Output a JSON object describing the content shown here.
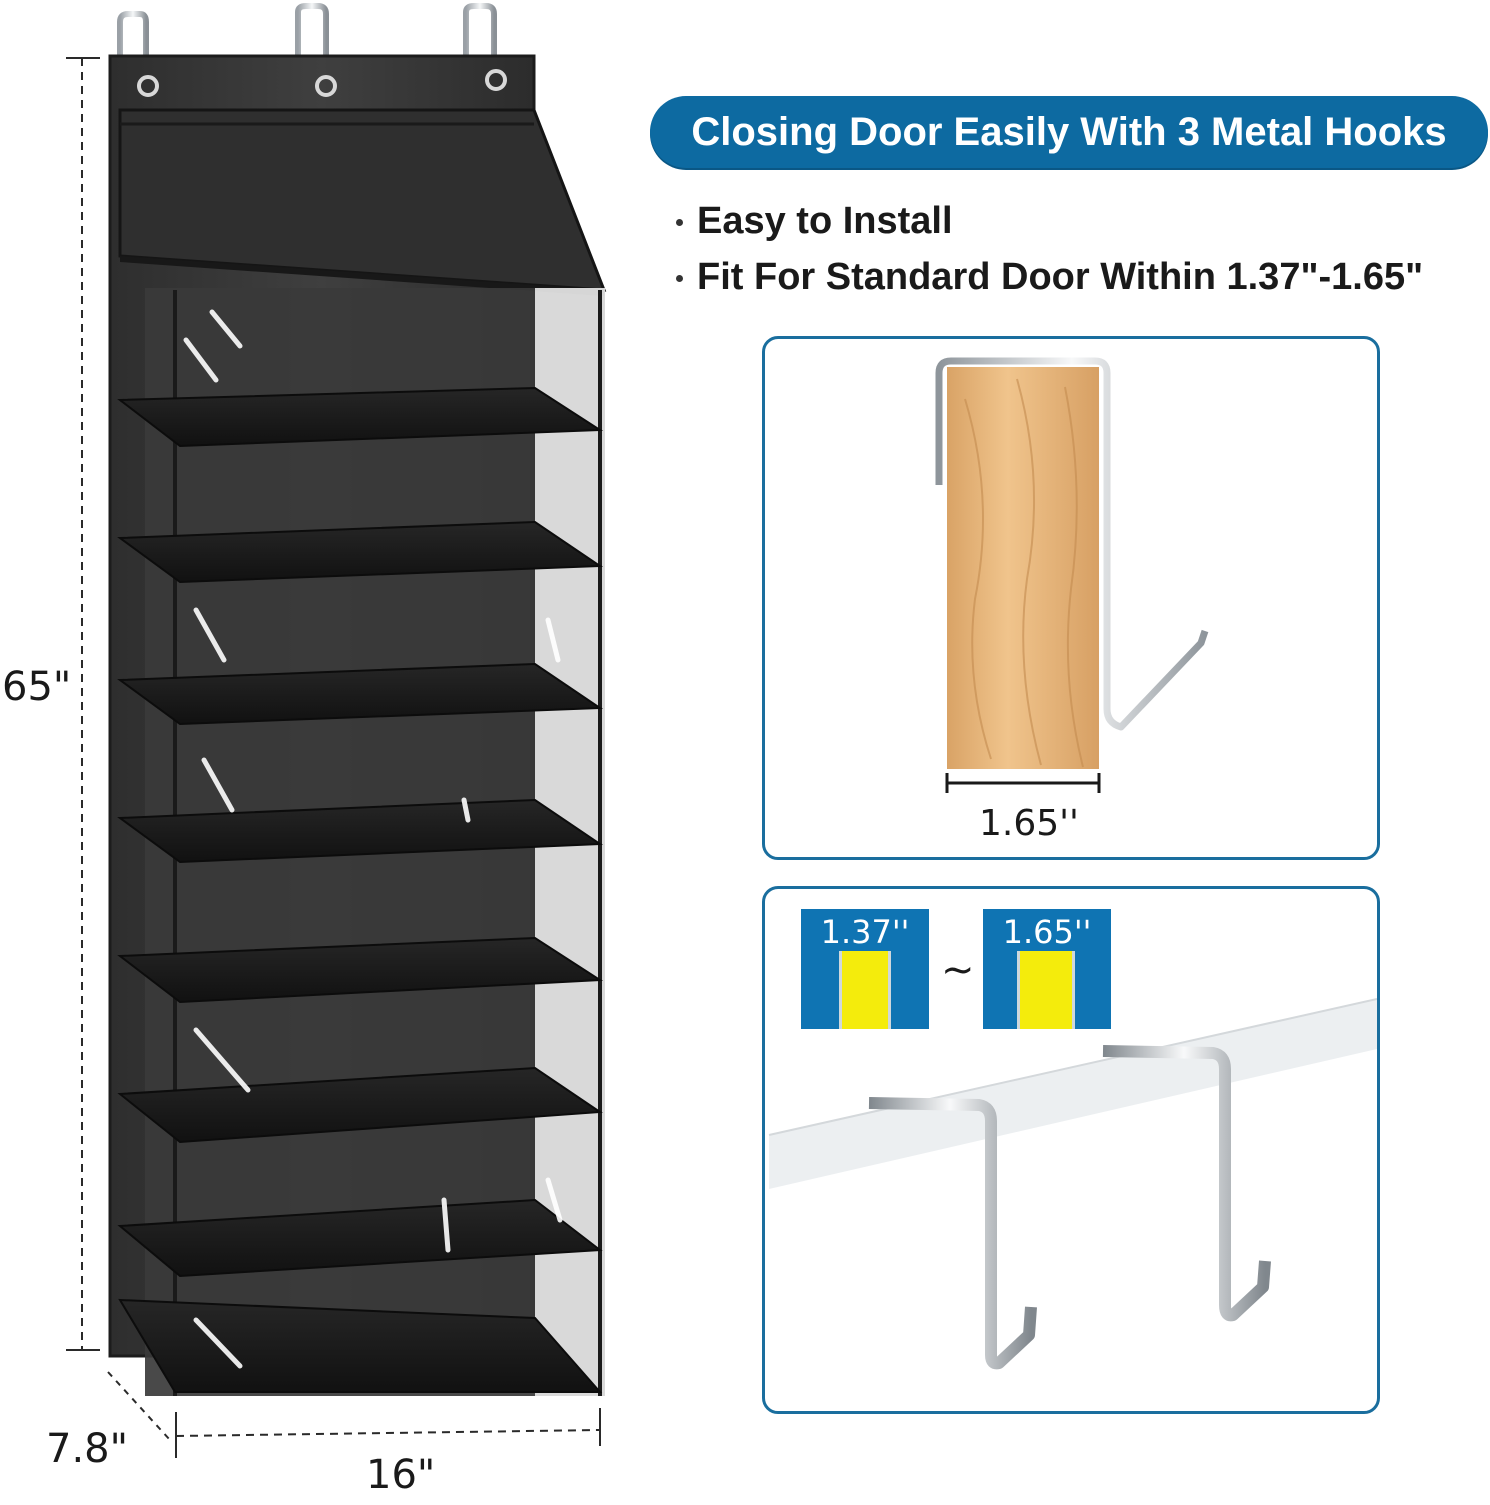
{
  "product": {
    "height_label": "65\"",
    "depth_label": "7.8\"",
    "width_label": "16\""
  },
  "banner": {
    "title": "Closing Door Easily With 3 Metal Hooks"
  },
  "features": [
    "Easy to Install",
    "Fit For Standard Door Within 1.37\"-1.65\""
  ],
  "door_panel": {
    "thickness_label": "1.65''"
  },
  "range_panel": {
    "min_label": "1.37''",
    "separator": "~",
    "max_label": "1.65''"
  },
  "colors": {
    "accent": "#0d6aa1",
    "gauge": "#0f74b3",
    "gauge_fill": "#f4ec0c",
    "wood": "#e6b47a",
    "fabric": "#3a3a3a"
  }
}
